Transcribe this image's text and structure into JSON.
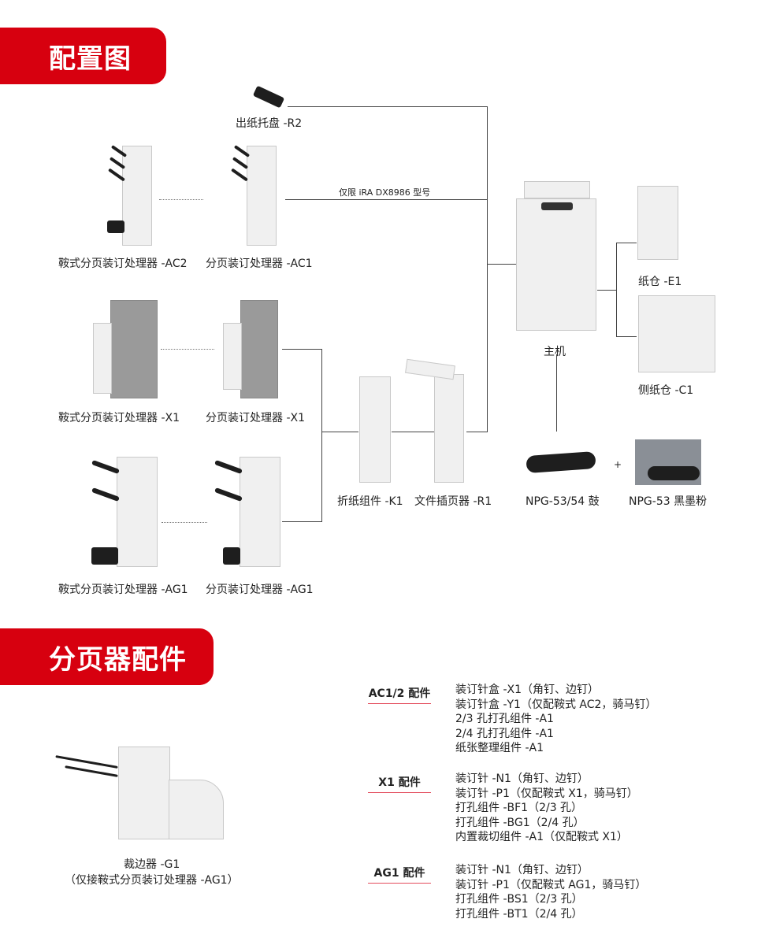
{
  "sections": {
    "layout_title": "配置图",
    "accessories_title": "分页器配件"
  },
  "diagram": {
    "output_tray": "出纸托盘 -R2",
    "model_note": "仅限 iRA DX8986 型号",
    "ac2": "鞍式分页装订处理器 -AC2",
    "ac1": "分页装订处理器 -AC1",
    "x1_saddle": "鞍式分页装订处理器 -X1",
    "x1": "分页装订处理器 -X1",
    "ag1_saddle": "鞍式分页装订处理器 -AG1",
    "ag1": "分页装订处理器 -AG1",
    "k1": "折纸组件 -K1",
    "r1": "文件插页器 -R1",
    "main": "主机",
    "e1": "纸仓 -E1",
    "c1": "侧纸仓 -C1",
    "drum": "NPG-53/54 鼓",
    "plus": "+",
    "toner": "NPG-53 黑墨粉"
  },
  "trimmer": {
    "name": "裁边器 -G1",
    "note": "（仅接鞍式分页装订处理器 -AG1）"
  },
  "accessories": [
    {
      "title": "AC1/2 配件",
      "items": [
        "装订针盒 -X1（角钉、边钉）",
        "装订针盒 -Y1（仅配鞍式 AC2，骑马钉）",
        "2/3 孔打孔组件 -A1",
        "2/4 孔打孔组件 -A1",
        "纸张整理组件 -A1"
      ]
    },
    {
      "title": "X1 配件",
      "items": [
        "装订针 -N1（角钉、边钉）",
        "装订针 -P1（仅配鞍式 X1，骑马钉）",
        "打孔组件 -BF1（2/3 孔）",
        "打孔组件 -BG1（2/4 孔）",
        "内置裁切组件 -A1（仅配鞍式 X1）"
      ]
    },
    {
      "title": "AG1 配件",
      "items": [
        "装订针 -N1（角钉、边钉）",
        "装订针 -P1（仅配鞍式 AG1，骑马钉）",
        "打孔组件 -BS1（2/3 孔）",
        "打孔组件 -BT1（2/4 孔）"
      ]
    }
  ],
  "colors": {
    "brand_red": "#d7000f",
    "underline": "#e34b5c"
  }
}
